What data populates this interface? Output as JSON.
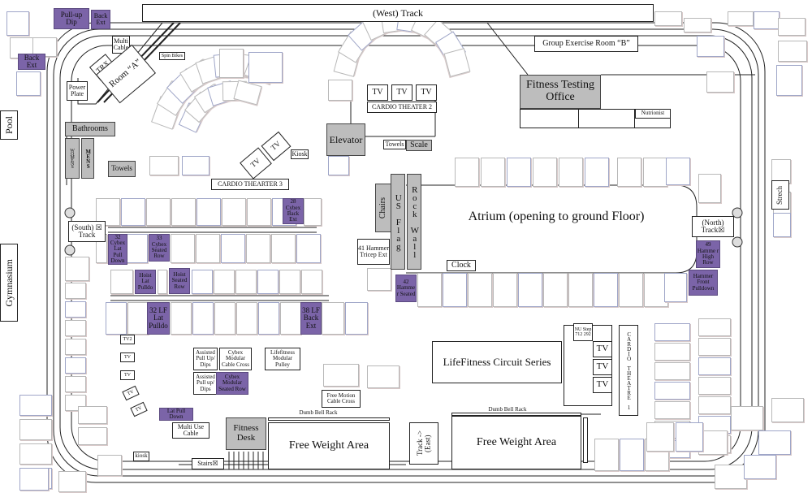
{
  "map": {
    "west_track": "(West) Track",
    "south_track": "(South) ☒ Track",
    "north_track": "(North) Track☒",
    "east_track": "Track -> (East)",
    "pool": "Pool",
    "gymnasium": "Gymnasium",
    "stretch": "Strech",
    "group_exercise": "Group Exercise Room “B”",
    "fitness_testing": "Fitness Testing Office",
    "nutrionist": "Nutrionist",
    "room_a": "Room “A”",
    "trx": "TRX",
    "multi_cable": "Multi Cable",
    "spin_bikes": "Spin Bikes",
    "power_plate": "Power Plate",
    "bathrooms": "Bathrooms",
    "womens": "WOMENS",
    "mens": "MENS",
    "towels_left": "Towels",
    "cardio_theater_3": "CARDIO THEARTER  3",
    "cardio_theater_2": "CARDIO THEATER  2",
    "cardio_theater_1": "CARDIO THEATRE 1",
    "tv": "TV",
    "tv2": "TV2",
    "kiosk_top": "Kiosk",
    "kiosk_bottom": "kiosk",
    "elevator": "Elevator",
    "towels_mid": "Towels",
    "scale": "Scale",
    "chairs": "Chairs",
    "us_flag": "US Flag",
    "rock_wall": "Rock Wall",
    "hammer_tricep": "41 Hammer Tricep Ext",
    "atrium": "Atrium (opening to ground Floor)",
    "clock": "Clock",
    "hammer_seated_42": "42 Hamme r Seated",
    "hammer_high_row": "49 Hamme r High Row",
    "hammer_front_pulldown": "Hammer Front Pulldown",
    "pullup_dip": "Pull-up Dip",
    "back_ext_top": "Back Ext",
    "back_ext_left": "Back Ext",
    "cybex_back_ext": "28 Cybex Back Ext",
    "cybex_lat_pull": "32 Cybex Lat Pull Down",
    "cybex_seated_row": "33 Cybex Seated Row",
    "hoist_lat": "Hoist Lat Pulldo",
    "hoist_seated_row": "Hoist Seated Row",
    "lf_lat_pulldo": "32 LF Lat Pulldo",
    "lf_back_ext": "38 LF Back Ext",
    "assisted_1": "Assisted Pull Up/ Dips",
    "assisted_2": "Assisted Pull up/ Dips",
    "cybex_modular_cross": "Cybex Modular Cable Cross",
    "cybex_modular_row": "Cybex Modular Seated Row",
    "lifefitness_pulley": "Lifefitness Modular Pulley",
    "lat_pull_down": "Lat Pull Down",
    "multi_use_cable": "Multi Use Cable",
    "fitness_desk": "Fitness Desk",
    "stairs": "Stairs☒",
    "free_motion": "Free Motion Cable Cross",
    "dumbbell_rack": "Dumb Bell Rack",
    "free_weight_area": "Free Weight Area",
    "lifefitness_circuit": "LifeFitness Circuit Series",
    "nu_step": "NU Step 712 292"
  }
}
